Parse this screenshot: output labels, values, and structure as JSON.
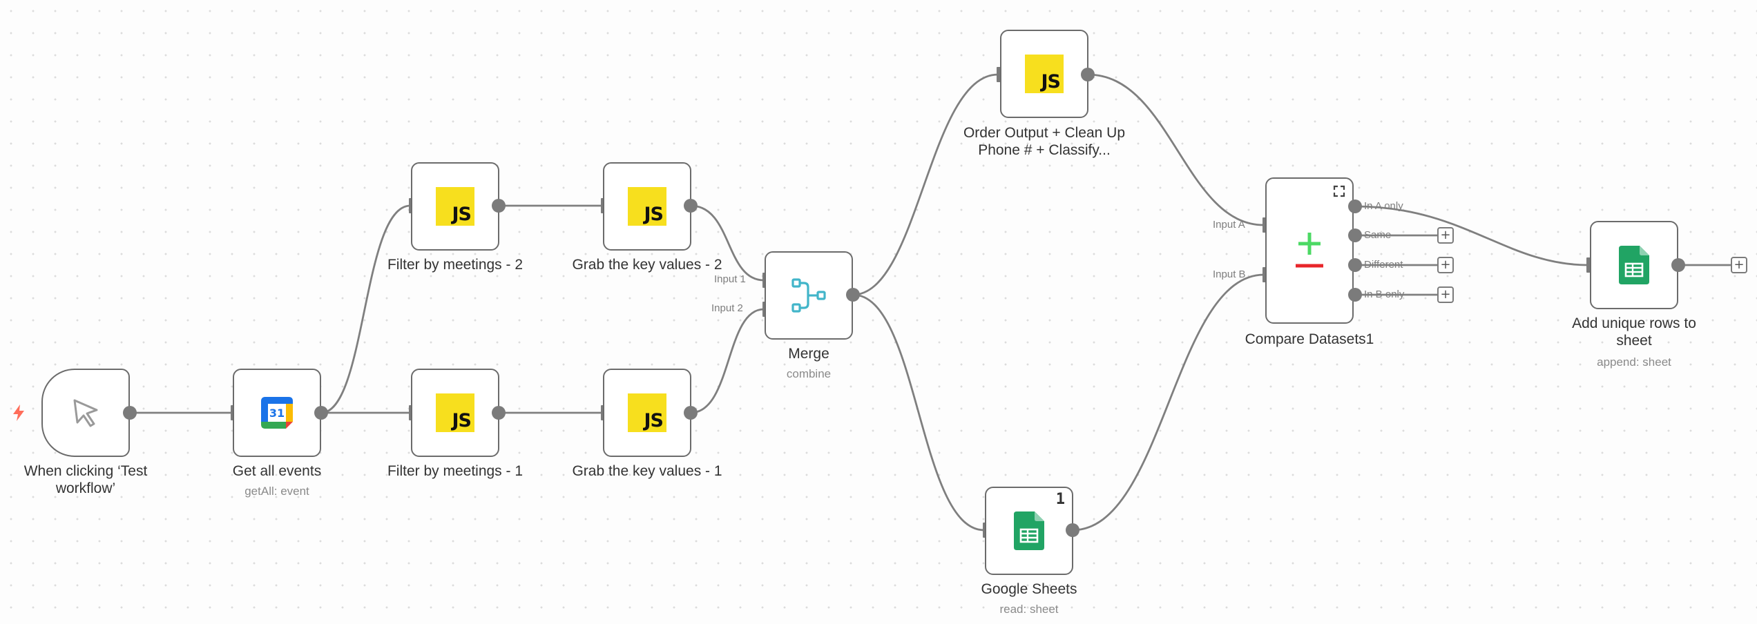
{
  "nodes": {
    "trigger": {
      "label": "When clicking ‘Test workflow’",
      "icon": "cursor-icon"
    },
    "get_events": {
      "label": "Get all events",
      "sublabel": "getAll: event",
      "icon": "google-calendar-icon",
      "icon_text": "31"
    },
    "filter2": {
      "label": "Filter by meetings - 2",
      "icon": "javascript-icon",
      "icon_text": "JS"
    },
    "grab2": {
      "label": "Grab the key values - 2",
      "icon": "javascript-icon",
      "icon_text": "JS"
    },
    "filter1": {
      "label": "Filter by meetings - 1",
      "icon": "javascript-icon",
      "icon_text": "JS"
    },
    "grab1": {
      "label": "Grab the key values - 1",
      "icon": "javascript-icon",
      "icon_text": "JS"
    },
    "merge": {
      "label": "Merge",
      "sublabel": "combine",
      "icon": "merge-icon",
      "inputs": [
        "Input 1",
        "Input 2"
      ]
    },
    "order_output": {
      "label": "Order Output + Clean Up Phone # + Classify...",
      "icon": "javascript-icon",
      "icon_text": "JS"
    },
    "google_sheets": {
      "label": "Google Sheets",
      "sublabel": "read: sheet",
      "badge": "1",
      "icon": "google-sheets-icon"
    },
    "compare": {
      "label": "Compare Datasets1",
      "icon": "compare-datasets-icon",
      "inputs": [
        "Input A",
        "Input B"
      ],
      "outputs": [
        "In A only",
        "Same",
        "Different",
        "In B only"
      ]
    },
    "add_rows": {
      "label": "Add unique rows to sheet",
      "sublabel": "append: sheet",
      "icon": "google-sheets-icon"
    }
  },
  "colors": {
    "js_yellow": "#f7df1e",
    "sheets_green": "#21a464",
    "merge_teal": "#42b5c9",
    "compare_plus": "#4cd964",
    "compare_minus": "#e8262b",
    "trigger_bolt": "#ff6d5a"
  }
}
